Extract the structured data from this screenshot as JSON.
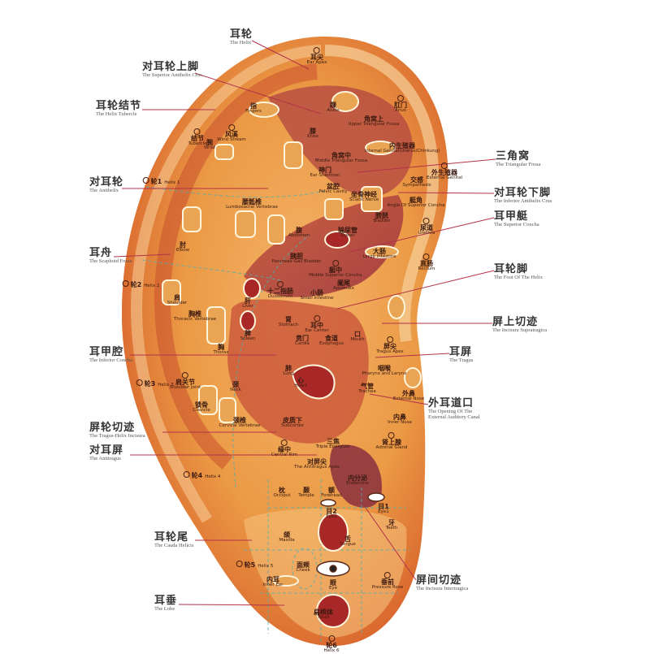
{
  "colors": {
    "ear_light": "#f6cf8e",
    "ear_mid": "#eb9a45",
    "ear_dark": "#d8632c",
    "concha": "#a83a3a",
    "line": "#b2334a"
  },
  "callouts": [
    {
      "cn": "耳轮",
      "en": "The Helix"
    },
    {
      "cn": "对耳轮上脚",
      "en": "The Superior Antihelix Crus"
    },
    {
      "cn": "耳轮结节",
      "en": "The Helix Tubercle"
    },
    {
      "cn": "对耳轮",
      "en": "The Antihelix"
    },
    {
      "cn": "耳舟",
      "en": "The Scaphoid Fossa"
    },
    {
      "cn": "耳甲腔",
      "en": "The Inferior Concha"
    },
    {
      "cn": "屏轮切迹",
      "en": "The Tragus-Helix Incisura"
    },
    {
      "cn": "对耳屏",
      "en": "The Antitragus"
    },
    {
      "cn": "耳轮尾",
      "en": "The Cauda Helicis"
    },
    {
      "cn": "耳垂",
      "en": "The Lobe"
    },
    {
      "cn": "三角窝",
      "en": "The Triangular Fossa"
    },
    {
      "cn": "对耳轮下脚",
      "en": "The Inferior Antihelix Crus"
    },
    {
      "cn": "耳甲艇",
      "en": "The Superior Concha"
    },
    {
      "cn": "耳轮脚",
      "en": "The Foot Of The Helix"
    },
    {
      "cn": "屏上切迹",
      "en": "The Incisura Supratragica"
    },
    {
      "cn": "耳屏",
      "en": "The Tragus"
    },
    {
      "cn": "外耳道口",
      "en": "The Opening Of The\nExternal Auditory Canal"
    },
    {
      "cn": "屏间切迹",
      "en": "The Incisura Intertragica"
    }
  ],
  "points": [
    {
      "cn": "耳尖",
      "en": "Ear Apex",
      "dot": true
    },
    {
      "cn": "肛门",
      "en": "Anus",
      "dot": true
    },
    {
      "cn": "角窝上",
      "en": "Upper Triangular Fossa"
    },
    {
      "cn": "内生殖器",
      "en": "Internal Genital(Uterus/Chinkung)"
    },
    {
      "cn": "角窝中",
      "en": "Middle Triangular Fossa"
    },
    {
      "cn": "神门",
      "en": "Ear Shenmen"
    },
    {
      "cn": "外生殖器",
      "en": "External Genital",
      "dot": true
    },
    {
      "cn": "交感",
      "en": "Sympathesis"
    },
    {
      "cn": "盆腔",
      "en": "Pelvic Cavity"
    },
    {
      "cn": "坐骨神经",
      "en": "Sciatic Nerve"
    },
    {
      "cn": "艇角",
      "en": "Angle Of Superior Concha"
    },
    {
      "cn": "尿道",
      "en": "Urethra",
      "dot": true
    },
    {
      "cn": "膀胱",
      "en": "Bladder"
    },
    {
      "cn": "输尿管",
      "en": "Ureter"
    },
    {
      "cn": "直肠",
      "en": "Rectum",
      "dot": true
    },
    {
      "cn": "大肠",
      "en": "Large Intestine"
    },
    {
      "cn": "艇中",
      "en": "Middle Superior Concha",
      "dot": true
    },
    {
      "cn": "阑尾",
      "en": "Appendix"
    },
    {
      "cn": "十二指肠",
      "en": "Duodenum",
      "dot": true
    },
    {
      "cn": "小肠",
      "en": "Small Intestine"
    },
    {
      "cn": "胰胆",
      "en": "Pancreas-Gall Bladder"
    },
    {
      "cn": "腹",
      "en": "Abdomen"
    },
    {
      "cn": "腰骶椎",
      "en": "Lumbosacral Vertebrae"
    },
    {
      "cn": "指",
      "en": "Fingers"
    },
    {
      "cn": "踝",
      "en": "Ankle"
    },
    {
      "cn": "膝",
      "en": "Knee"
    },
    {
      "cn": "风溪",
      "en": "Wind Stream",
      "dot": true
    },
    {
      "cn": "腕",
      "en": "Wrist"
    },
    {
      "cn": "结节",
      "en": "Tubercle",
      "dot": true
    },
    {
      "cn": "轮1",
      "en": "Helix 1",
      "dot": true,
      "inline": true
    },
    {
      "cn": "轮2",
      "en": "Helix 2",
      "dot": true,
      "inline": true
    },
    {
      "cn": "轮3",
      "en": "Helix 3",
      "dot": true,
      "inline": true
    },
    {
      "cn": "轮4",
      "en": "Helix 4",
      "dot": true,
      "inline": true
    },
    {
      "cn": "轮5",
      "en": "Helix 5",
      "dot": true,
      "inline": true
    },
    {
      "cn": "轮6",
      "en": "Helix 6",
      "dot": true
    },
    {
      "cn": "肘",
      "en": "Elbow"
    },
    {
      "cn": "肩",
      "en": "Shoulder"
    },
    {
      "cn": "胸椎",
      "en": "Thoracic Vertebrae"
    },
    {
      "cn": "胸",
      "en": "Thorax"
    },
    {
      "cn": "锁骨",
      "en": "Clavicle"
    },
    {
      "cn": "肩关节",
      "en": "Shoulder Joint",
      "dot": true
    },
    {
      "cn": "颈",
      "en": "Neck"
    },
    {
      "cn": "颈椎",
      "en": "Cervical Vertebrae"
    },
    {
      "cn": "肝",
      "en": "Liver"
    },
    {
      "cn": "脾",
      "en": "Spleen"
    },
    {
      "cn": "胃",
      "en": "Stomach"
    },
    {
      "cn": "耳中",
      "en": "Ear Center",
      "dot": true
    },
    {
      "cn": "贲门",
      "en": "Cardia"
    },
    {
      "cn": "食道",
      "en": "Esophagus"
    },
    {
      "cn": "口",
      "en": "Mouth"
    },
    {
      "cn": "屏尖",
      "en": "Tragus Apex",
      "dot": true
    },
    {
      "cn": "肺",
      "en": "Lung"
    },
    {
      "cn": "心",
      "en": "Heart"
    },
    {
      "cn": "气管",
      "en": "Trachea"
    },
    {
      "cn": "咽喉",
      "en": "Pharynx and Larynx"
    },
    {
      "cn": "外鼻",
      "en": "External Nose"
    },
    {
      "cn": "内鼻",
      "en": "Inner Nose"
    },
    {
      "cn": "肾上腺",
      "en": "Adrenal Gland",
      "dot": true
    },
    {
      "cn": "皮质下",
      "en": "Subcortex"
    },
    {
      "cn": "三焦",
      "en": "Triple Energizer"
    },
    {
      "cn": "缘中",
      "en": "Central Rim",
      "dot": true
    },
    {
      "cn": "对屏尖",
      "en": "The Antitragus Apex"
    },
    {
      "cn": "内分泌",
      "en": "Endocrine"
    },
    {
      "cn": "枕",
      "en": "Occiput"
    },
    {
      "cn": "颞",
      "en": "Temple"
    },
    {
      "cn": "额",
      "en": "Forehead"
    },
    {
      "cn": "目2",
      "en": "Eye2"
    },
    {
      "cn": "目1",
      "en": "Eye1"
    },
    {
      "cn": "牙",
      "en": "Teeth"
    },
    {
      "cn": "颌",
      "en": "Maxilla"
    },
    {
      "cn": "舌",
      "en": "Tongue"
    },
    {
      "cn": "面颊",
      "en": "Cheek"
    },
    {
      "cn": "内耳",
      "en": "Inner Ear"
    },
    {
      "cn": "眼",
      "en": "Eye"
    },
    {
      "cn": "垂前",
      "en": "Pressure Rose",
      "dot": true
    },
    {
      "cn": "扁桃体",
      "en": "Tonsil"
    }
  ]
}
